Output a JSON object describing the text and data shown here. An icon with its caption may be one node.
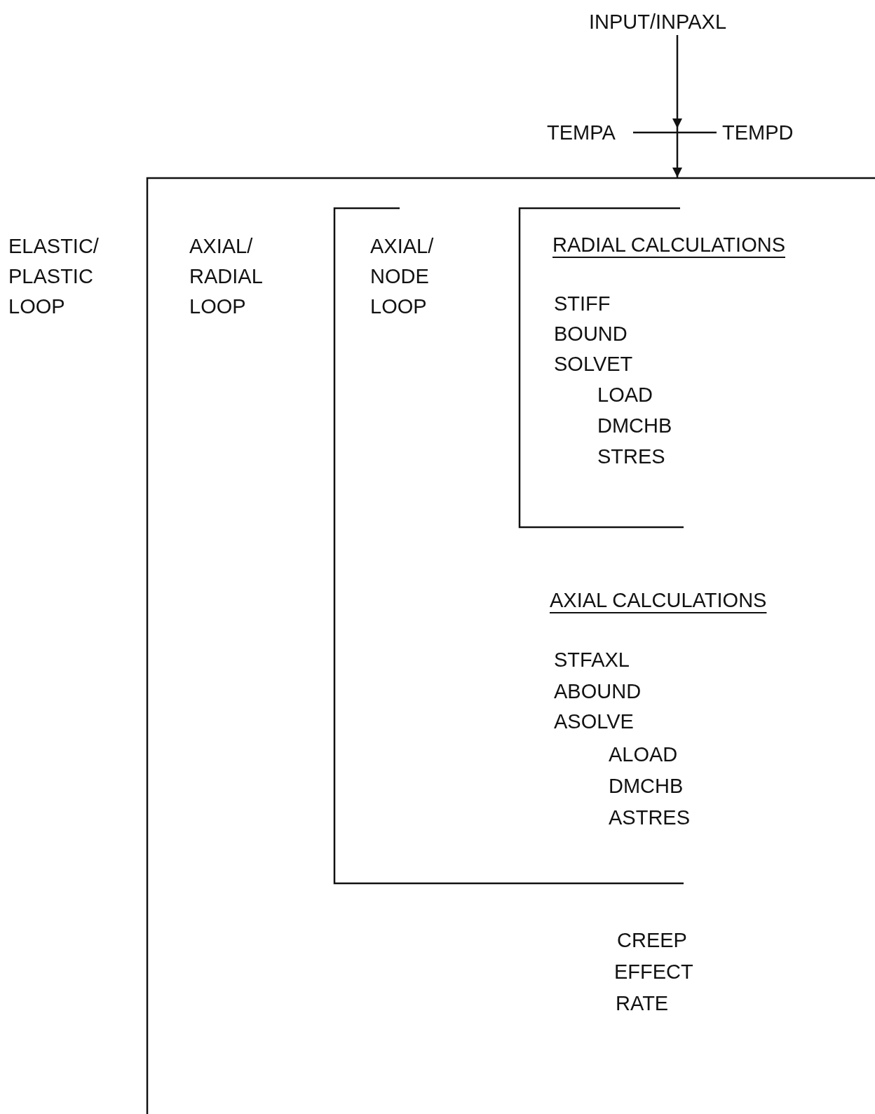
{
  "diagram": {
    "nodes": [
      {
        "text": [
          "INPUT/INPAXL"
        ]
      },
      {
        "text": [
          "TEMPA"
        ]
      },
      {
        "text": [
          "TEMPD"
        ]
      },
      {
        "text": [
          "ELASTIC/ PLASTIC LOOP",
          "CREEP",
          "EFFECT",
          "RATE"
        ]
      },
      {
        "text": [
          "AXIAL/ RADIAL LOOP",
          "AXIAL CALCULATIONS",
          "STFAXL",
          "ABOUND",
          "ASOLVE",
          "ALOAD",
          "DMCHB",
          "ASTRES"
        ],
        "in": 3
      },
      {
        "text": [
          "AXIAL/ NODE LOOP",
          "RADIAL CALCULATIONS",
          "STIFF",
          "BOUND",
          "SOLVET",
          "LOAD",
          "DMCHB",
          "STRES"
        ],
        "in": 4
      }
    ],
    "edges": [
      {
        "from": 0,
        "to": 3,
        "arrow": "to"
      },
      {
        "from": 1,
        "to": 2,
        "arrow": "none"
      }
    ]
  }
}
